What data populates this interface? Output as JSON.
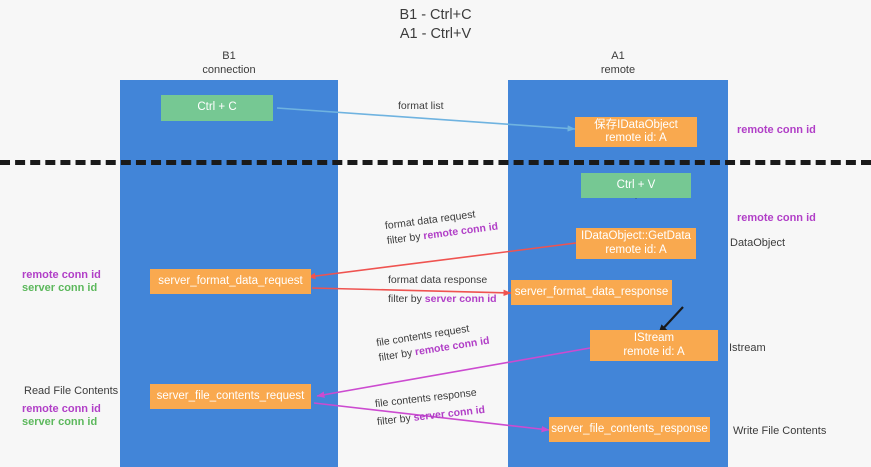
{
  "title": {
    "line1": "B1 - Ctrl+C",
    "line2": "A1 - Ctrl+V"
  },
  "columns": [
    {
      "name": "B1",
      "role": "connection"
    },
    {
      "name": "A1",
      "role": "remote"
    }
  ],
  "colors": {
    "background": "#f7f7f7",
    "lane": "#4285d8",
    "green_box": "#76c893",
    "orange_box": "#f9a94f",
    "remote_conn_id": "#b13fc7",
    "server_conn_id": "#5cb85c",
    "arrow_format_list": "#6fb3e0",
    "arrow_format_data": "#ef5350",
    "arrow_file_contents": "#cc4bd0",
    "arrow_black": "#1a1a1a",
    "divider": "#1a1a1a"
  },
  "nodes": {
    "ctrl_c": "Ctrl + C",
    "ctrl_v": "Ctrl + V",
    "idataobject_line1": "保存IDataObject",
    "idataobject_line2": "remote id: A",
    "getdata_line1": "IDataObject::GetData",
    "getdata_line2": "remote id: A",
    "istream_line1": "IStream",
    "istream_line2": "remote id: A",
    "server_format_data_request": "server_format_data_request",
    "server_format_data_response": "server_format_data_response",
    "server_file_contents_request": "server_file_contents_request",
    "server_file_contents_response": "server_file_contents_response"
  },
  "edges": {
    "format_list": "format list",
    "format_data_request_l1": "format data request",
    "format_data_request_l2_prefix": "filter by ",
    "format_data_request_l2_key": "remote conn id",
    "format_data_response_l1": "format data response",
    "format_data_response_l2_prefix": "filter by ",
    "format_data_response_l2_key": "server conn id",
    "file_contents_request_l1": "file contents request",
    "file_contents_request_l2_prefix": "filter by ",
    "file_contents_request_l2_key": "remote conn id",
    "file_contents_response_l1": "file contents response",
    "file_contents_response_l2_prefix": "filter by ",
    "file_contents_response_l2_key": "server conn id"
  },
  "annotations": {
    "right_remote_conn_id_top": "remote conn id",
    "right_remote_conn_id_mid": "remote conn id",
    "right_dataobject": "DataObject",
    "right_istream": "Istream",
    "right_write_file_contents": "Write File Contents",
    "left_remote_conn_id_mid": "remote conn id",
    "left_server_conn_id_mid": "server conn id",
    "left_read_file_contents": "Read File Contents",
    "left_remote_conn_id_bottom": "remote conn id",
    "left_server_conn_id_bottom": "server conn id"
  }
}
